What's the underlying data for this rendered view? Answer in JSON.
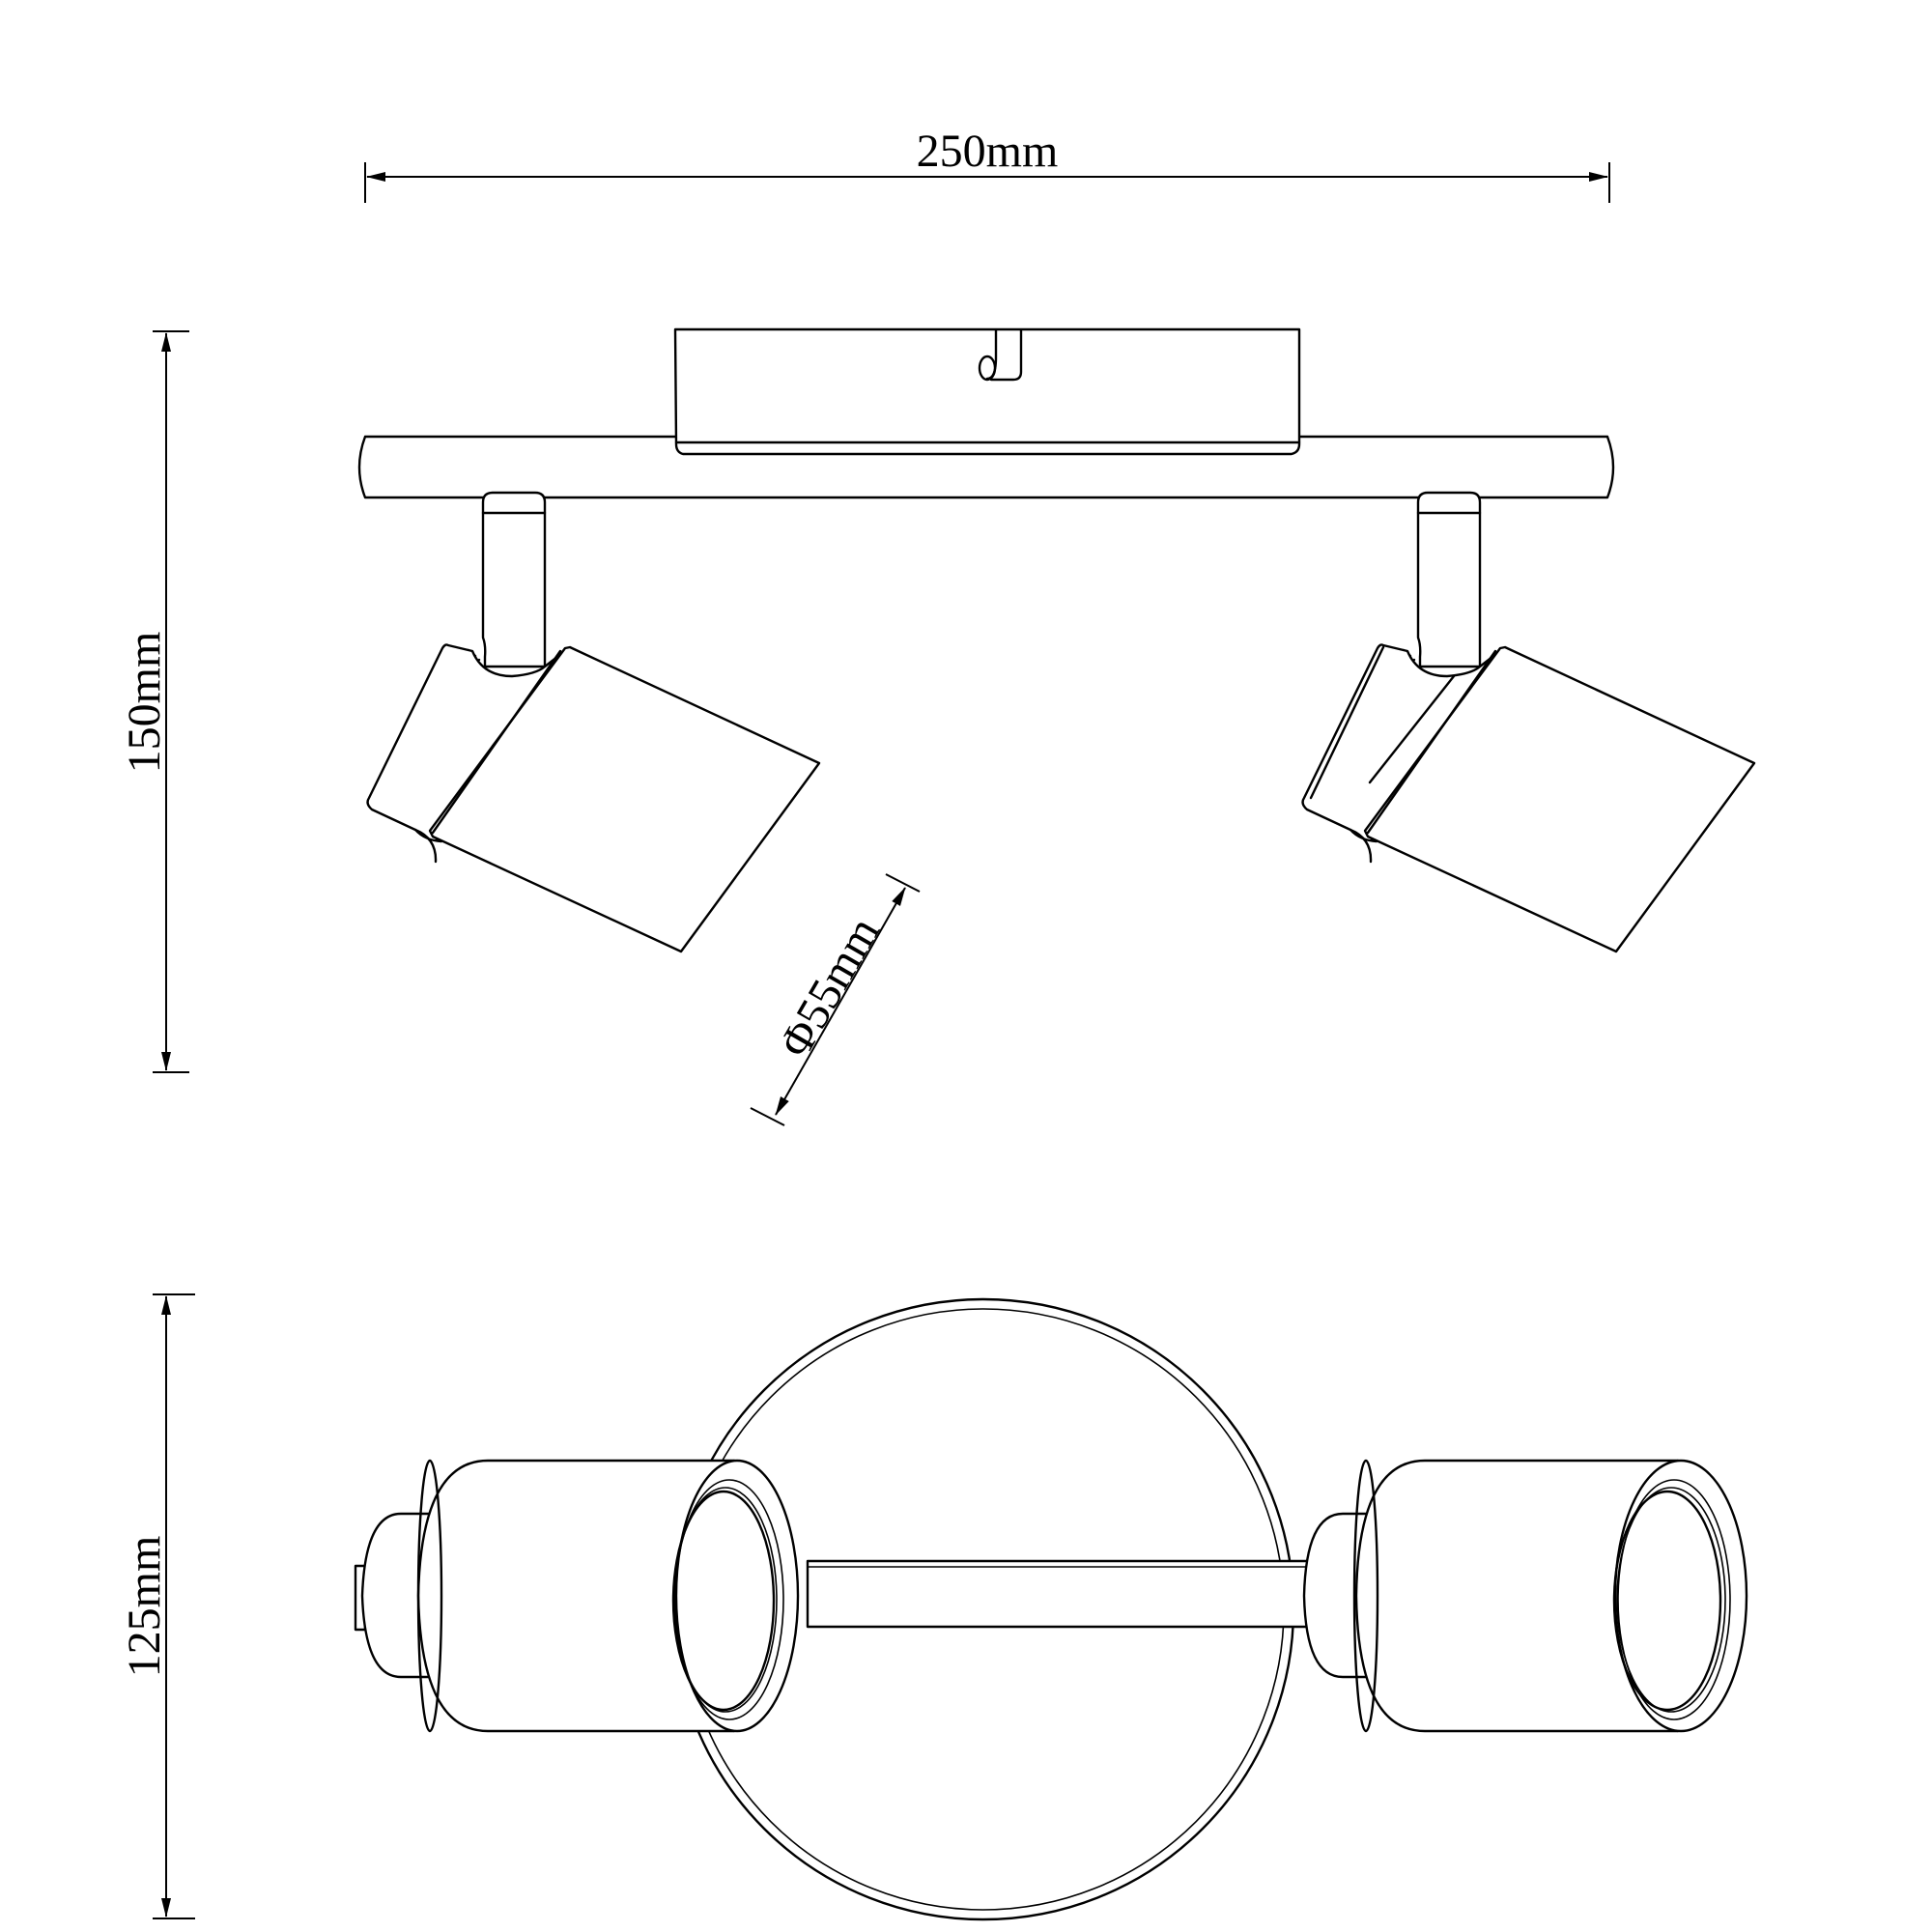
{
  "drawing": {
    "type": "product dimension line drawing",
    "subject": "two-light ceiling spotlight bar",
    "views": [
      "front-view",
      "bottom-view"
    ],
    "line_color": "#000000",
    "background": "#ffffff"
  },
  "dimensions": {
    "width": {
      "label": "250mm",
      "value": 250,
      "unit": "mm"
    },
    "height": {
      "label": "150mm",
      "value": 150,
      "unit": "mm"
    },
    "shade_diameter": {
      "label": "Φ55mm",
      "value": 55,
      "unit": "mm"
    },
    "depth": {
      "label": "125mm",
      "value": 125,
      "unit": "mm"
    }
  }
}
